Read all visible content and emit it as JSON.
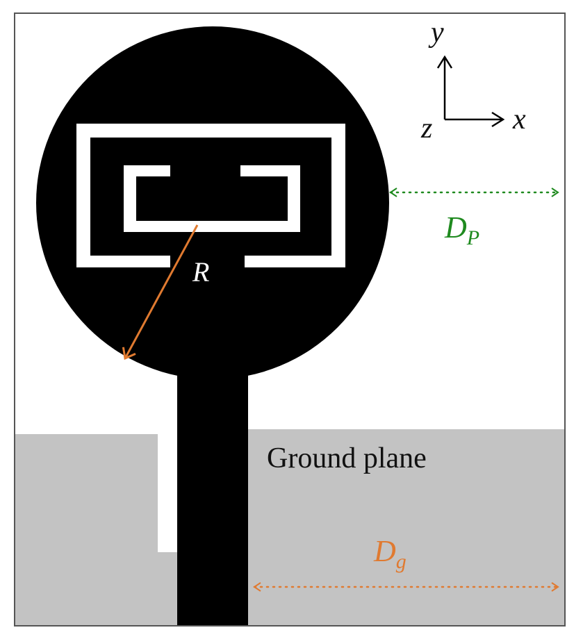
{
  "diagram": {
    "ground_plane_label": "Ground plane",
    "radius_label": "R",
    "dp_label": {
      "main": "D",
      "sub": "P"
    },
    "dg_label": {
      "main": "D",
      "sub": "g"
    },
    "axes": {
      "x_label": "x",
      "y_label": "y",
      "z_label": "z"
    },
    "colors": {
      "patch": "#000000",
      "ground_plane": "#c3c3c3",
      "slot": "#ffffff",
      "dp_arrow": "#1f8a1f",
      "dg_arrow": "#e07a30",
      "radius_arrow": "#e07a30",
      "border": "#555555",
      "text": "#111111"
    }
  }
}
